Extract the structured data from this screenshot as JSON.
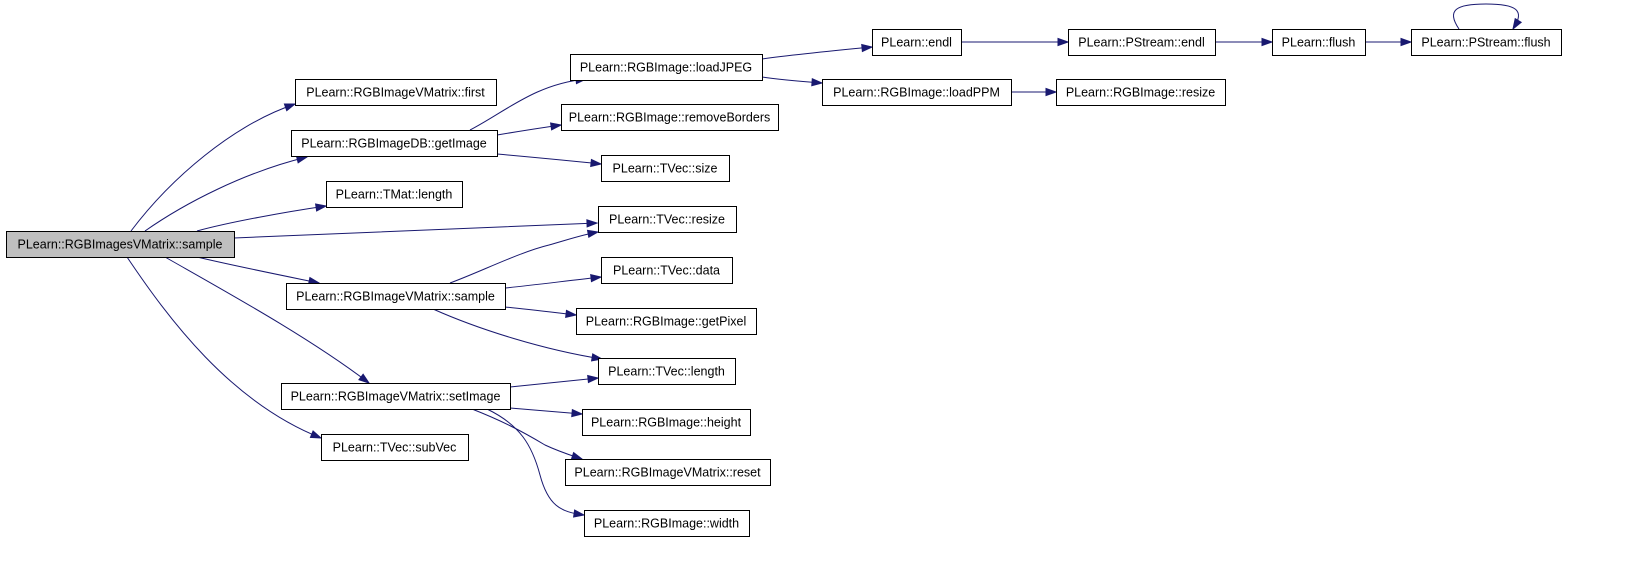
{
  "graph": {
    "colors": {
      "edge": "#191970",
      "root_fill": "#bfbfbf",
      "node_fill": "#ffffff",
      "node_border": "#000000"
    },
    "nodes": [
      {
        "id": "root",
        "label": "PLearn::RGBImagesVMatrix::sample"
      },
      {
        "id": "ivm_first",
        "label": "PLearn::RGBImageVMatrix::first"
      },
      {
        "id": "db_getimage",
        "label": "PLearn::RGBImageDB::getImage"
      },
      {
        "id": "tmat_length",
        "label": "PLearn::TMat::length"
      },
      {
        "id": "ivm_sample",
        "label": "PLearn::RGBImageVMatrix::sample"
      },
      {
        "id": "ivm_setimage",
        "label": "PLearn::RGBImageVMatrix::setImage"
      },
      {
        "id": "tvec_subvec",
        "label": "PLearn::TVec::subVec"
      },
      {
        "id": "img_loadjpeg",
        "label": "PLearn::RGBImage::loadJPEG"
      },
      {
        "id": "img_removeborders",
        "label": "PLearn::RGBImage::removeBorders"
      },
      {
        "id": "tvec_size",
        "label": "PLearn::TVec::size"
      },
      {
        "id": "tvec_resize",
        "label": "PLearn::TVec::resize"
      },
      {
        "id": "tvec_data",
        "label": "PLearn::TVec::data"
      },
      {
        "id": "img_getpixel",
        "label": "PLearn::RGBImage::getPixel"
      },
      {
        "id": "tvec_length",
        "label": "PLearn::TVec::length"
      },
      {
        "id": "img_height",
        "label": "PLearn::RGBImage::height"
      },
      {
        "id": "ivm_reset",
        "label": "PLearn::RGBImageVMatrix::reset"
      },
      {
        "id": "img_width",
        "label": "PLearn::RGBImage::width"
      },
      {
        "id": "endl",
        "label": "PLearn::endl"
      },
      {
        "id": "img_loadppm",
        "label": "PLearn::RGBImage::loadPPM"
      },
      {
        "id": "pstream_endl",
        "label": "PLearn::PStream::endl"
      },
      {
        "id": "img_resize",
        "label": "PLearn::RGBImage::resize"
      },
      {
        "id": "flush",
        "label": "PLearn::flush"
      },
      {
        "id": "pstream_flush",
        "label": "PLearn::PStream::flush"
      }
    ],
    "edges": [
      {
        "from": "root",
        "to": "ivm_first"
      },
      {
        "from": "root",
        "to": "db_getimage"
      },
      {
        "from": "root",
        "to": "tmat_length"
      },
      {
        "from": "root",
        "to": "tvec_resize"
      },
      {
        "from": "root",
        "to": "ivm_sample"
      },
      {
        "from": "root",
        "to": "ivm_setimage"
      },
      {
        "from": "root",
        "to": "tvec_subvec"
      },
      {
        "from": "db_getimage",
        "to": "img_loadjpeg"
      },
      {
        "from": "db_getimage",
        "to": "img_removeborders"
      },
      {
        "from": "db_getimage",
        "to": "tvec_size"
      },
      {
        "from": "img_loadjpeg",
        "to": "endl"
      },
      {
        "from": "img_loadjpeg",
        "to": "img_loadppm"
      },
      {
        "from": "endl",
        "to": "pstream_endl"
      },
      {
        "from": "pstream_endl",
        "to": "flush"
      },
      {
        "from": "flush",
        "to": "pstream_flush"
      },
      {
        "from": "pstream_flush",
        "to": "pstream_flush"
      },
      {
        "from": "img_loadppm",
        "to": "img_resize"
      },
      {
        "from": "ivm_sample",
        "to": "tvec_resize"
      },
      {
        "from": "ivm_sample",
        "to": "tvec_data"
      },
      {
        "from": "ivm_sample",
        "to": "img_getpixel"
      },
      {
        "from": "ivm_sample",
        "to": "tvec_length"
      },
      {
        "from": "ivm_setimage",
        "to": "tvec_length"
      },
      {
        "from": "ivm_setimage",
        "to": "img_height"
      },
      {
        "from": "ivm_setimage",
        "to": "ivm_reset"
      },
      {
        "from": "ivm_setimage",
        "to": "img_width"
      }
    ]
  }
}
